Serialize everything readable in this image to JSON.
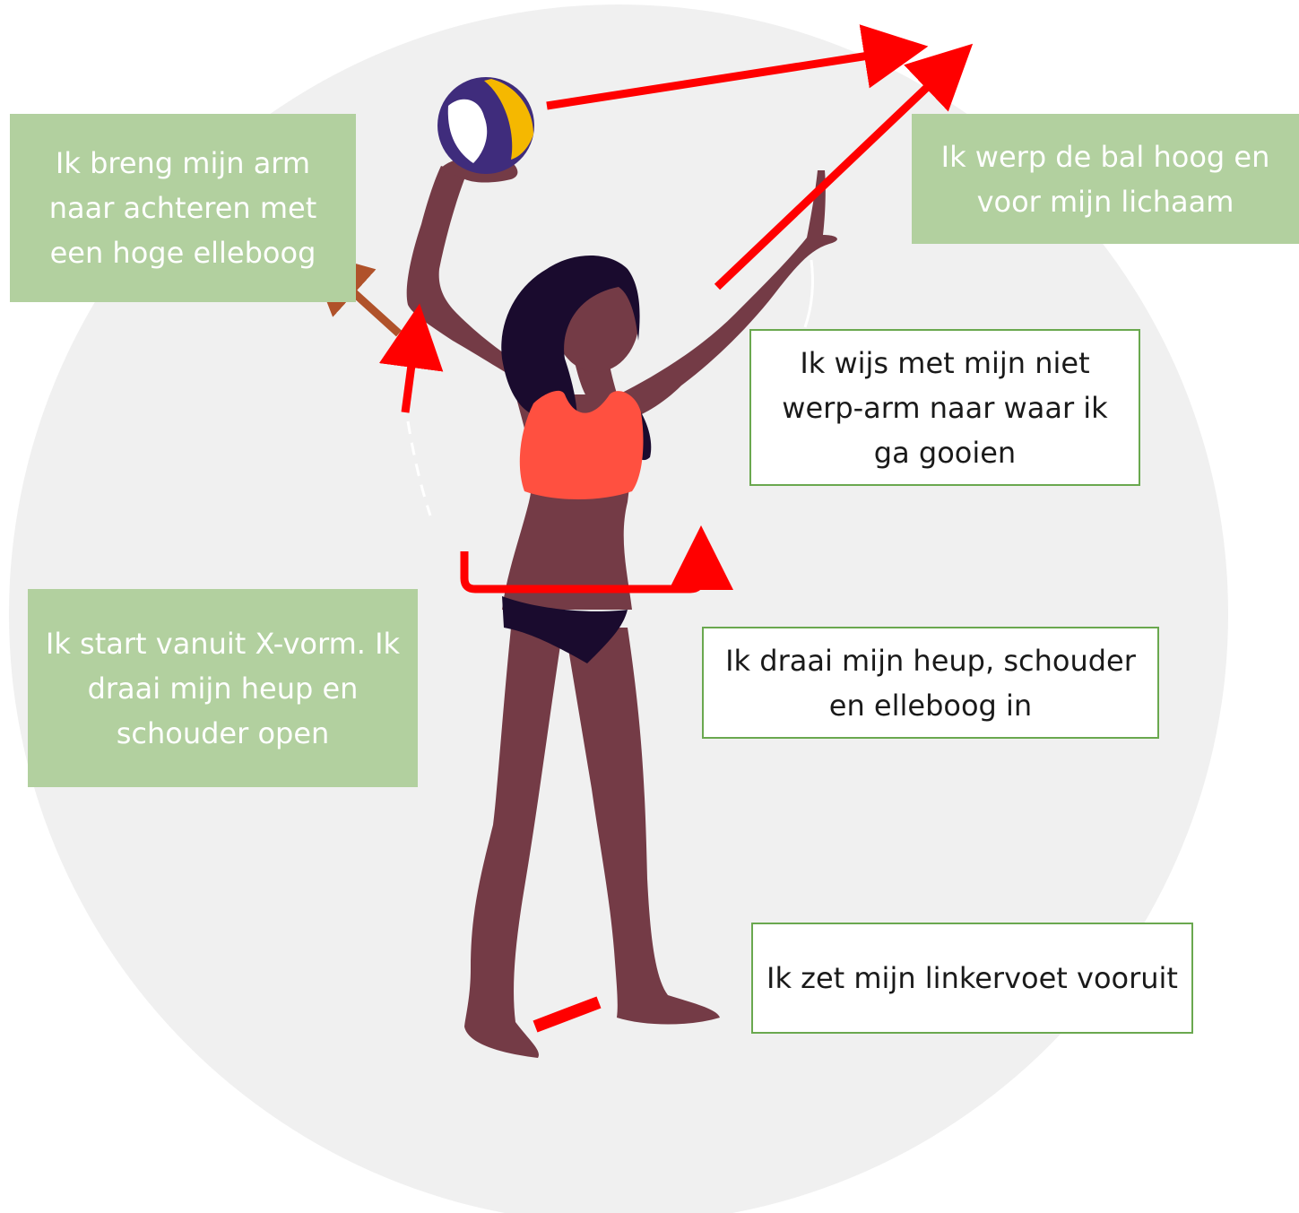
{
  "colors": {
    "background_circle": "#f0f0f0",
    "green_box": "#b2d09f",
    "box_border": "#6aa84f",
    "arrow": "#ff0000",
    "skin": "#743b46",
    "top": "#ff5040",
    "hair": "#1a0b2e",
    "ball_purple": "#3f2c7c",
    "ball_yellow": "#f5b800"
  },
  "labels": {
    "arm_back": "Ik breng mijn arm naar achteren met een hoge elleboog",
    "throw_high": "Ik werp de bal hoog en voor mijn lichaam",
    "point": "Ik wijs met mijn niet werp-arm naar waar ik ga gooien",
    "start": "Ik start vanuit X-vorm. Ik draai mijn heup en schouder open",
    "rotate": "Ik draai mijn heup, schouder en elleboog in",
    "foot": "Ik zet mijn linkervoet vooruit"
  }
}
